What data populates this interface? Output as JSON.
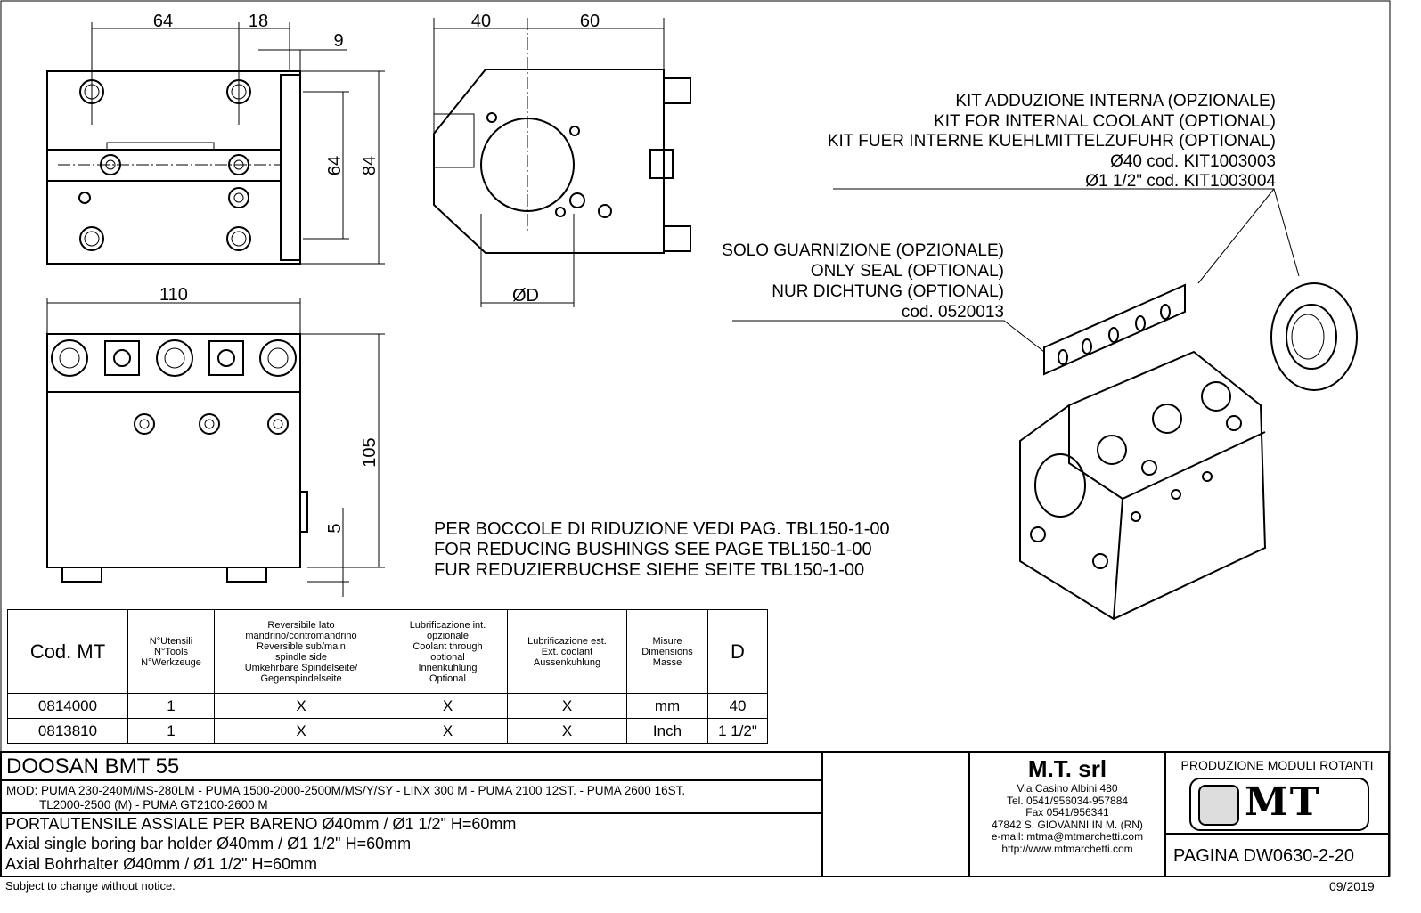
{
  "dimensions": {
    "front_top": [
      "64",
      "18",
      "9"
    ],
    "front_right": [
      "64",
      "84"
    ],
    "side_top": [
      "40",
      "60"
    ],
    "side_bottom": "ØD",
    "top_view_width": "110",
    "top_view_right": [
      "105",
      "5"
    ]
  },
  "notes": {
    "coolant_kit": [
      "KIT ADDUZIONE INTERNA (OPZIONALE)",
      "KIT FOR INTERNAL COOLANT (OPTIONAL)",
      "KIT FUER INTERNE KUEHLMITTELZUFUHR (OPTIONAL)",
      "Ø40   cod. KIT1003003",
      "Ø1 1/2\"   cod. KIT1003004"
    ],
    "seal": [
      "SOLO GUARNIZIONE (OPZIONALE)",
      "ONLY SEAL (OPTIONAL)",
      "NUR DICHTUNG (OPTIONAL)",
      "cod. 0520013"
    ],
    "bushings": [
      "PER BOCCOLE DI RIDUZIONE VEDI PAG. TBL150-1-00",
      "FOR REDUCING BUSHINGS SEE PAGE TBL150-1-00",
      "FUR REDUZIERBUCHSE SIEHE SEITE TBL150-1-00"
    ]
  },
  "table": {
    "headers": [
      "Cod. MT",
      "N°Utensili\nN°Tools\nN°Werkzeuge",
      "Reversibile lato\nmandrino/contromandrino\nReversible sub/main\nspindle side\nUmkehrbare Spindelseite/\nGegenspindelseite",
      "Lubrificazione int.\nopzionale\nCoolant through\noptional\nInnenkuhlung\nOptional",
      "Lubrificazione est.\nExt. coolant\nAussenkuhlung",
      "Misure\nDimensions\nMasse",
      "D"
    ],
    "rows": [
      [
        "0814000",
        "1",
        "X",
        "X",
        "X",
        "mm",
        "40"
      ],
      [
        "0813810",
        "1",
        "X",
        "X",
        "X",
        "Inch",
        "1 1/2\""
      ]
    ]
  },
  "title_block": {
    "brand": "DOOSAN   BMT 55",
    "models_line1": "MOD: PUMA 230-240M/MS-280LM - PUMA 1500-2000-2500M/MS/Y/SY - LINX 300 M - PUMA 2100 12ST. - PUMA 2600 16ST.",
    "models_line2": "TL2000-2500 (M) - PUMA GT2100-2600 M",
    "description": [
      "PORTAUTENSILE ASSIALE PER BARENO Ø40mm / Ø1 1/2\" H=60mm",
      "Axial single boring bar holder Ø40mm / Ø1 1/2\" H=60mm",
      "Axial Bohrhalter Ø40mm / Ø1 1/2\" H=60mm"
    ],
    "company": {
      "name": "M.T. srl",
      "address": [
        "Via Casino Albini 480",
        "Tel. 0541/956034-957884",
        "Fax 0541/956341",
        "47842 S. GIOVANNI IN M. (RN)",
        "e-mail: mtma@mtmarchetti.com",
        "http://www.mtmarchetti.com"
      ]
    },
    "header_right": "PRODUZIONE MODULI ROTANTI",
    "logo_text": "MT",
    "page": "PAGINA DW0630-2-20"
  },
  "footer": {
    "disclaimer": "Subject to change without notice.",
    "date": "09/2019"
  }
}
